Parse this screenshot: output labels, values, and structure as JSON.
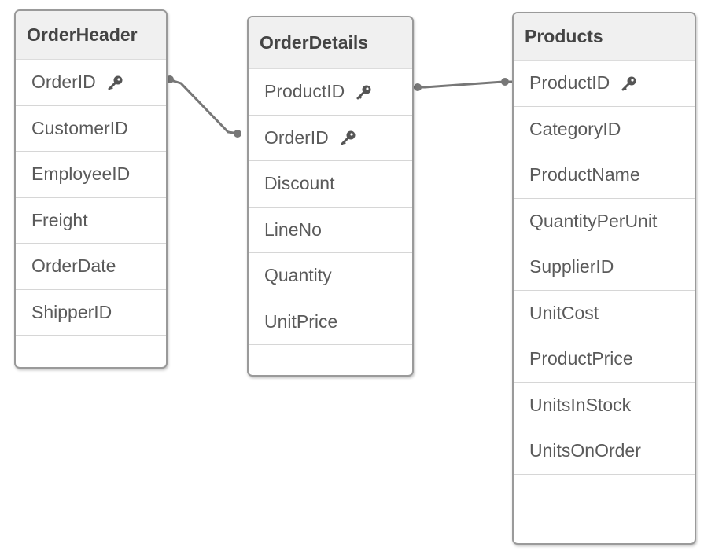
{
  "tables": [
    {
      "name": "OrderHeader",
      "fields": [
        {
          "label": "OrderID",
          "key": true
        },
        {
          "label": "CustomerID",
          "key": false
        },
        {
          "label": "EmployeeID",
          "key": false
        },
        {
          "label": "Freight",
          "key": false
        },
        {
          "label": "OrderDate",
          "key": false
        },
        {
          "label": "ShipperID",
          "key": false
        }
      ]
    },
    {
      "name": "OrderDetails",
      "fields": [
        {
          "label": "ProductID",
          "key": true
        },
        {
          "label": "OrderID",
          "key": true
        },
        {
          "label": "Discount",
          "key": false
        },
        {
          "label": "LineNo",
          "key": false
        },
        {
          "label": "Quantity",
          "key": false
        },
        {
          "label": "UnitPrice",
          "key": false
        }
      ]
    },
    {
      "name": "Products",
      "fields": [
        {
          "label": "ProductID",
          "key": true
        },
        {
          "label": "CategoryID",
          "key": false
        },
        {
          "label": "ProductName",
          "key": false
        },
        {
          "label": "QuantityPerUnit",
          "key": false
        },
        {
          "label": "SupplierID",
          "key": false
        },
        {
          "label": "UnitCost",
          "key": false
        },
        {
          "label": "ProductPrice",
          "key": false
        },
        {
          "label": "UnitsInStock",
          "key": false
        },
        {
          "label": "UnitsOnOrder",
          "key": false
        }
      ]
    }
  ],
  "links": [
    {
      "from": "OrderHeader.OrderID",
      "to": "OrderDetails.OrderID"
    },
    {
      "from": "OrderDetails.ProductID",
      "to": "Products.ProductID"
    }
  ],
  "icons": {
    "key": "key-icon"
  },
  "colors": {
    "link": "#777777",
    "border": "#9a9a9a",
    "header_bg": "#f0f0f0"
  }
}
